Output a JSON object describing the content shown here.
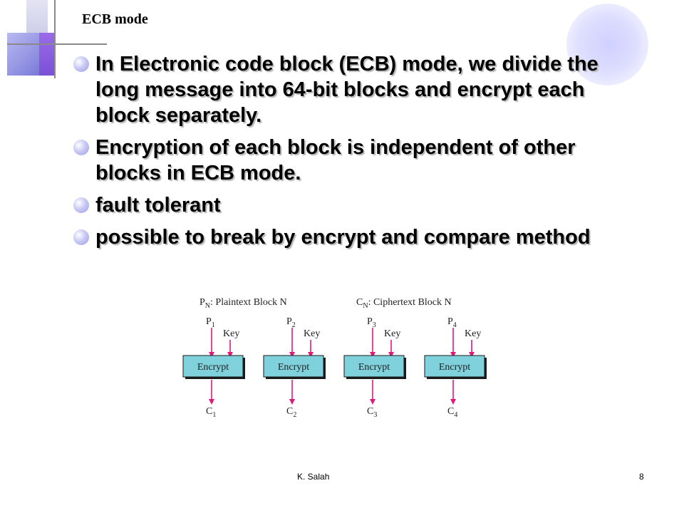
{
  "slide": {
    "title": "ECB mode",
    "bullets": [
      "In Electronic code block (ECB) mode, we divide the long message into 64-bit blocks and encrypt each block separately.",
      "Encryption of each block is independent of other blocks in ECB mode.",
      "fault tolerant",
      "possible to break by encrypt and compare method"
    ],
    "footer_author": "K. Salah",
    "page_number": "8"
  },
  "diagram": {
    "legend_plain": "P",
    "legend_plain_sub": "N",
    "legend_plain_text": ": Plaintext Block N",
    "legend_cipher": "C",
    "legend_cipher_sub": "N",
    "legend_cipher_text": ": Ciphertext Block N",
    "key_label": "Key",
    "box_label": "Encrypt",
    "blocks": [
      {
        "plain": "P",
        "plain_sub": "1",
        "cipher": "C",
        "cipher_sub": "1"
      },
      {
        "plain": "P",
        "plain_sub": "2",
        "cipher": "C",
        "cipher_sub": "2"
      },
      {
        "plain": "P",
        "plain_sub": "3",
        "cipher": "C",
        "cipher_sub": "3"
      },
      {
        "plain": "P",
        "plain_sub": "4",
        "cipher": "C",
        "cipher_sub": "4"
      }
    ],
    "colors": {
      "arrow": "#e0197d",
      "box_fill": "#7fd1dc",
      "box_shadow": "#1a1a1a"
    }
  }
}
